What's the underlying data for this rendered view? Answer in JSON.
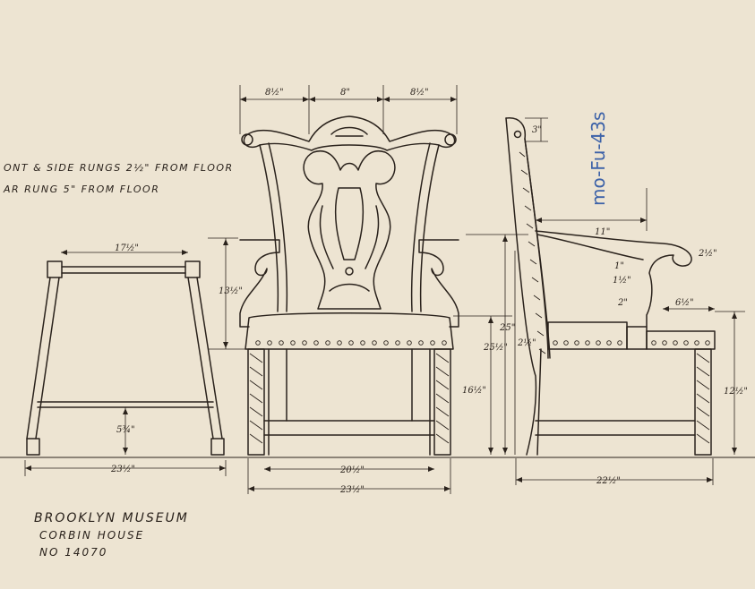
{
  "notes": {
    "rungs_front_side": "ONT & SIDE RUNGS 2½\" FROM FLOOR",
    "rung_rear": "AR RUNG 5\" FROM FLOOR"
  },
  "title_block": {
    "line1": "BROOKLYN MUSEUM",
    "line2": "CORBIN HOUSE",
    "line3": "NO 14070"
  },
  "catalog_mark": "mo-Fu-43s",
  "dimensions": {
    "plan_depth": "17½\"",
    "plan_inner": "5¾\"",
    "plan_width": "23½\"",
    "back_left": "8½\"",
    "back_center": "8\"",
    "back_right": "8½\"",
    "arm_height": "13½\"",
    "seat_inner_width": "20½\"",
    "front_width": "23½\"",
    "seat_height_front": "16½\"",
    "seat_height_side": "25½\"",
    "back_height": "25\"",
    "rung_offset": "2½\"",
    "crest": "3\"",
    "arm_length": "11\"",
    "arm_scroll": "2½\"",
    "arm_detail_a": "1\"",
    "arm_detail_b": "1½\"",
    "arm_post": "2\"",
    "arm_front": "6½\"",
    "side_seat_height": "12½\"",
    "side_depth": "22½\""
  },
  "colors": {
    "paper": "#ede4d2",
    "ink": "#2a221c",
    "pencil": "#3d62a8"
  }
}
